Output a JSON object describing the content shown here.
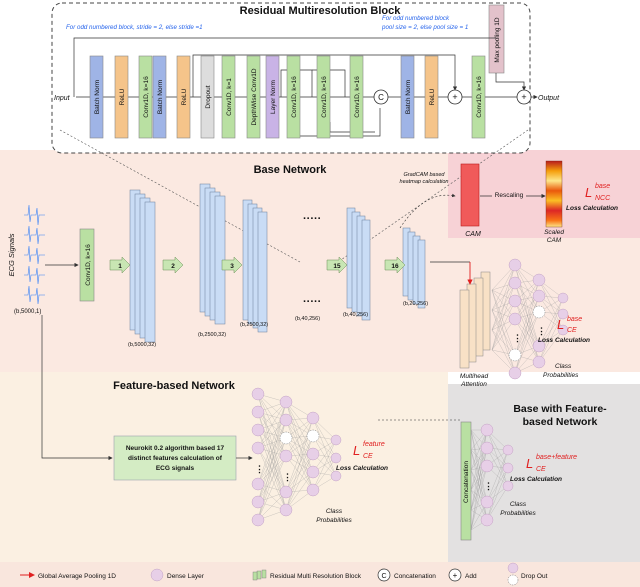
{
  "colors": {
    "batch_norm": "#9fb4e6",
    "relu": "#f5c48a",
    "conv1d": "#b9e0a2",
    "dropout": "#dddddd",
    "layer_norm": "#c9b3e6",
    "maxpool": "#e3c2cb",
    "cam": "#f05a5a",
    "base_bg": "#fbe9e1",
    "base_right_bg": "#f7d2d6",
    "feature_bg": "#fbf0e2",
    "combo_bg": "#e3e1e1",
    "legend_bg": "#f9e6dd",
    "neuron": "#e7cfe7",
    "accent_red": "#e02020"
  },
  "block": {
    "title": "Residual Multiresolution Block",
    "note_left": "For odd numbered block, stride = 2, else stride =1",
    "note_right_1": "For odd numbered block",
    "note_right_2": "pool size = 2, else pool size = 1",
    "maxpool_label": "Max pooling 1D",
    "input_label": "Input",
    "output_label": "Output",
    "concat_symbol": "C",
    "add_symbol": "+",
    "layers": [
      {
        "label": "Batch Norm",
        "kind": "batch_norm"
      },
      {
        "label": "ReLU",
        "kind": "relu"
      },
      {
        "label": "Conv1D, k=16",
        "kind": "conv1d"
      },
      {
        "label": "Batch Norm",
        "kind": "batch_norm"
      },
      {
        "label": "ReLU",
        "kind": "relu"
      },
      {
        "label": "Dropout",
        "kind": "dropout"
      },
      {
        "label": "Conv1D, k=1",
        "kind": "conv1d"
      },
      {
        "label": "DepthWise Conv1D",
        "kind": "conv1d"
      },
      {
        "label": "Layer Norm",
        "kind": "layer_norm"
      },
      {
        "label": "Conv1D, k=16",
        "kind": "conv1d"
      },
      {
        "label": "Conv1D, k=16",
        "kind": "conv1d"
      },
      {
        "label": "Conv1D, k=16",
        "kind": "conv1d"
      },
      {
        "label": "Batch Norm",
        "kind": "batch_norm"
      },
      {
        "label": "ReLU",
        "kind": "relu"
      },
      {
        "label": "Conv1D, k=16",
        "kind": "conv1d"
      }
    ]
  },
  "base": {
    "title": "Base Network",
    "ecg_label": "ECG Signals",
    "input_shape": "(b,5000,1)",
    "conv_label": "Conv1D, k=16",
    "block_numbers": [
      "1",
      "2",
      "3",
      "15",
      "16"
    ],
    "shapes": [
      "(b,5000,32)",
      "(b,2500,32)",
      "(b,2500,32)",
      "(b,40,256)",
      "(b,40,256)",
      "(b,20,256)"
    ],
    "dots": "·····",
    "gradcam_note_1": "GradCAM based",
    "gradcam_note_2": "heatmap calculation",
    "cam_label": "CAM",
    "rescaling_label": "Rescaling",
    "scaled_cam_1": "Scaled",
    "scaled_cam_2": "CAM",
    "loss_ncc_L": "L",
    "loss_ncc_sup": "base",
    "loss_ncc_sub": "NCC",
    "loss_label": "Loss Calculation",
    "loss_ce_L": "L",
    "loss_ce_sup": "base",
    "loss_ce_sub": "CE",
    "class_prob_1": "Class",
    "class_prob_2": "Probabilities",
    "mha_1": "Multihead",
    "mha_2": "Attention"
  },
  "feature": {
    "title": "Feature-based Network",
    "box_text_1": "Neurokit 0.2 algorithm based 17",
    "box_text_2": "distinct features calculation of",
    "box_text_3": "ECG signals",
    "loss_L": "L",
    "loss_sup": "feature",
    "loss_sub": "CE",
    "loss_label": "Loss Calculation",
    "class_prob_1": "Class",
    "class_prob_2": "Probabilities"
  },
  "combo": {
    "title_1": "Base with Feature-",
    "title_2": "based Network",
    "concat_label": "Concatenation",
    "loss_L": "L",
    "loss_sup": "base+feature",
    "loss_sub": "CE",
    "loss_label": "Loss Calculation",
    "class_prob_1": "Class",
    "class_prob_2": "Probabilities"
  },
  "legend": {
    "gap": "Global Average Pooling 1D",
    "dense": "Dense Layer",
    "resblock": "Residual Multi Resolution Block",
    "concat_symbol": "C",
    "concat": "Concatenation",
    "add_symbol": "+",
    "add": "Add",
    "dropout": "Drop Out"
  }
}
